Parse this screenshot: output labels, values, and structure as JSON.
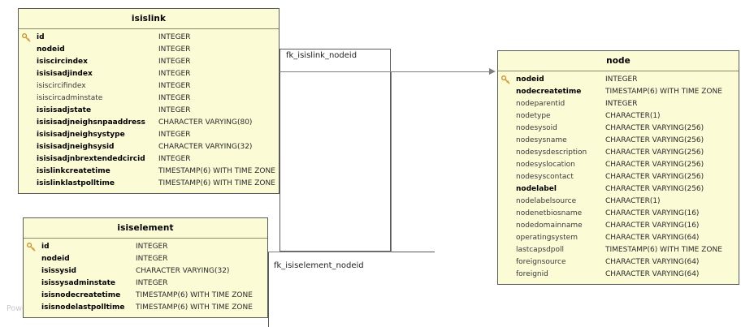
{
  "diagram": {
    "watermark": "Powered by yFiles",
    "background_color": "#ffffff",
    "entity_fill": "#fbfbd6",
    "entity_border": "#5a5a5a",
    "connector_color": "#7f7f7f",
    "key_icon": "key-icon"
  },
  "entities": [
    {
      "name": "isislink",
      "fields": [
        {
          "key": true,
          "name": "id",
          "type": "INTEGER",
          "required": true
        },
        {
          "key": false,
          "name": "nodeid",
          "type": "INTEGER",
          "required": true
        },
        {
          "key": false,
          "name": "isiscircindex",
          "type": "INTEGER",
          "required": true
        },
        {
          "key": false,
          "name": "isisisadjindex",
          "type": "INTEGER",
          "required": true
        },
        {
          "key": false,
          "name": "isiscircifindex",
          "type": "INTEGER",
          "required": false
        },
        {
          "key": false,
          "name": "isiscircadminstate",
          "type": "INTEGER",
          "required": false
        },
        {
          "key": false,
          "name": "isisisadjstate",
          "type": "INTEGER",
          "required": true
        },
        {
          "key": false,
          "name": "isisisadjneighsnpaaddress",
          "type": "CHARACTER VARYING(80)",
          "required": true
        },
        {
          "key": false,
          "name": "isisisadjneighsystype",
          "type": "INTEGER",
          "required": true
        },
        {
          "key": false,
          "name": "isisisadjneighsysid",
          "type": "CHARACTER VARYING(32)",
          "required": true
        },
        {
          "key": false,
          "name": "isisisadjnbrextendedcircid",
          "type": "INTEGER",
          "required": true
        },
        {
          "key": false,
          "name": "isislinkcreatetime",
          "type": "TIMESTAMP(6) WITH TIME ZONE",
          "required": true
        },
        {
          "key": false,
          "name": "isislinklastpolltime",
          "type": "TIMESTAMP(6) WITH TIME ZONE",
          "required": true
        }
      ]
    },
    {
      "name": "isiselement",
      "fields": [
        {
          "key": true,
          "name": "id",
          "type": "INTEGER",
          "required": true
        },
        {
          "key": false,
          "name": "nodeid",
          "type": "INTEGER",
          "required": true
        },
        {
          "key": false,
          "name": "isissysid",
          "type": "CHARACTER VARYING(32)",
          "required": true
        },
        {
          "key": false,
          "name": "isissysadminstate",
          "type": "INTEGER",
          "required": true
        },
        {
          "key": false,
          "name": "isisnodecreatetime",
          "type": "TIMESTAMP(6) WITH TIME ZONE",
          "required": true
        },
        {
          "key": false,
          "name": "isisnodelastpolltime",
          "type": "TIMESTAMP(6) WITH TIME ZONE",
          "required": true
        }
      ]
    },
    {
      "name": "node",
      "fields": [
        {
          "key": true,
          "name": "nodeid",
          "type": "INTEGER",
          "required": true
        },
        {
          "key": false,
          "name": "nodecreatetime",
          "type": "TIMESTAMP(6) WITH TIME ZONE",
          "required": true
        },
        {
          "key": false,
          "name": "nodeparentid",
          "type": "INTEGER",
          "required": false
        },
        {
          "key": false,
          "name": "nodetype",
          "type": "CHARACTER(1)",
          "required": false
        },
        {
          "key": false,
          "name": "nodesysoid",
          "type": "CHARACTER VARYING(256)",
          "required": false
        },
        {
          "key": false,
          "name": "nodesysname",
          "type": "CHARACTER VARYING(256)",
          "required": false
        },
        {
          "key": false,
          "name": "nodesysdescription",
          "type": "CHARACTER VARYING(256)",
          "required": false
        },
        {
          "key": false,
          "name": "nodesyslocation",
          "type": "CHARACTER VARYING(256)",
          "required": false
        },
        {
          "key": false,
          "name": "nodesyscontact",
          "type": "CHARACTER VARYING(256)",
          "required": false
        },
        {
          "key": false,
          "name": "nodelabel",
          "type": "CHARACTER VARYING(256)",
          "required": true
        },
        {
          "key": false,
          "name": "nodelabelsource",
          "type": "CHARACTER(1)",
          "required": false
        },
        {
          "key": false,
          "name": "nodenetbiosname",
          "type": "CHARACTER VARYING(16)",
          "required": false
        },
        {
          "key": false,
          "name": "nodedomainname",
          "type": "CHARACTER VARYING(16)",
          "required": false
        },
        {
          "key": false,
          "name": "operatingsystem",
          "type": "CHARACTER VARYING(64)",
          "required": false
        },
        {
          "key": false,
          "name": "lastcapsdpoll",
          "type": "TIMESTAMP(6) WITH TIME ZONE",
          "required": false
        },
        {
          "key": false,
          "name": "foreignsource",
          "type": "CHARACTER VARYING(64)",
          "required": false
        },
        {
          "key": false,
          "name": "foreignid",
          "type": "CHARACTER VARYING(64)",
          "required": false
        }
      ]
    }
  ],
  "relationships": [
    {
      "label": "fk_isislink_nodeid",
      "from": "isislink",
      "to": "node"
    },
    {
      "label": "fk_isiselement_nodeid",
      "from": "isiselement",
      "to": "node"
    }
  ]
}
